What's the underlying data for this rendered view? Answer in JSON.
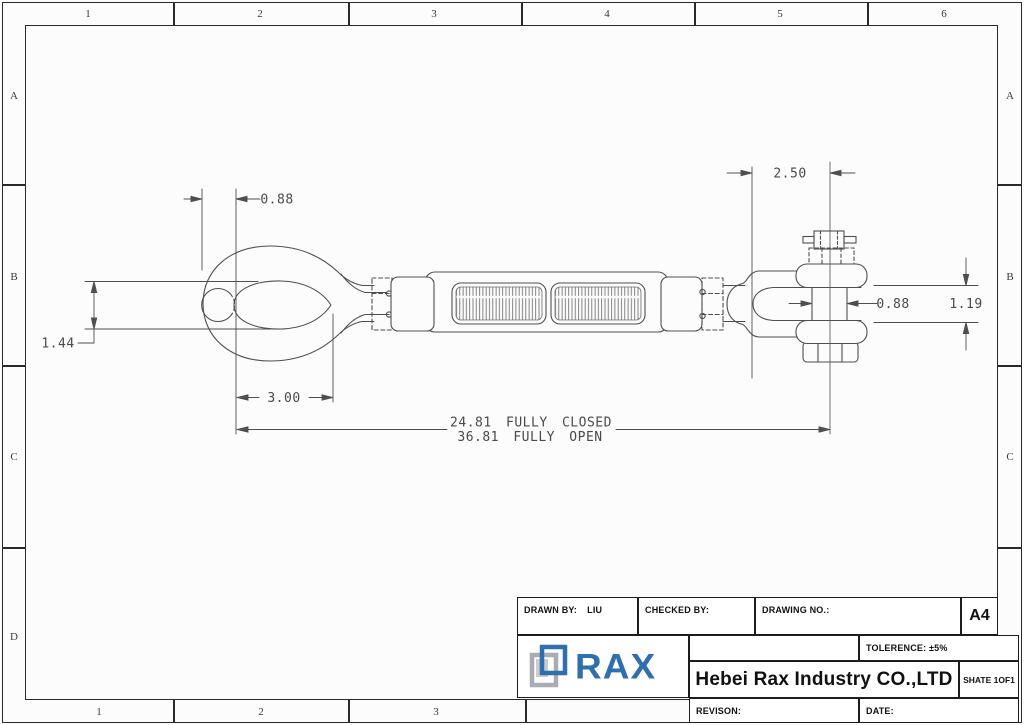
{
  "frame": {
    "top": [
      "1",
      "2",
      "3",
      "4",
      "5",
      "6"
    ],
    "bottom": [
      "1",
      "2",
      "3"
    ],
    "left": [
      "A",
      "B",
      "C",
      "D"
    ],
    "right": [
      "A",
      "B",
      "C"
    ]
  },
  "dims": {
    "eye_width": "0.88",
    "eye_height": "1.44",
    "eye_length": "3.00",
    "fully_closed": "24.81 FULLY CLOSED",
    "fully_open": "36.81 FULLY OPEN",
    "jaw_span": "2.50",
    "pin_width": "0.88",
    "jaw_height": "1.19"
  },
  "title_block": {
    "drawn_by_label": "DRAWN BY:",
    "drawn_by_value": "LIU",
    "checked_by_label": "CHECKED BY:",
    "drawing_no_label": "DRAWING NO.:",
    "paper_size": "A4",
    "tolerance_label": "TOLERENCE:",
    "tolerance_value": "±5%",
    "company": "Hebei Rax Industry CO.,LTD",
    "sheet": "SHATE 1OF1",
    "revision_label": "REVISON:",
    "date_label": "DATE:",
    "logo_text": "RAX"
  },
  "colors": {
    "logo_blue": "#2f6fae",
    "line_gray": "#4f4f4f"
  }
}
